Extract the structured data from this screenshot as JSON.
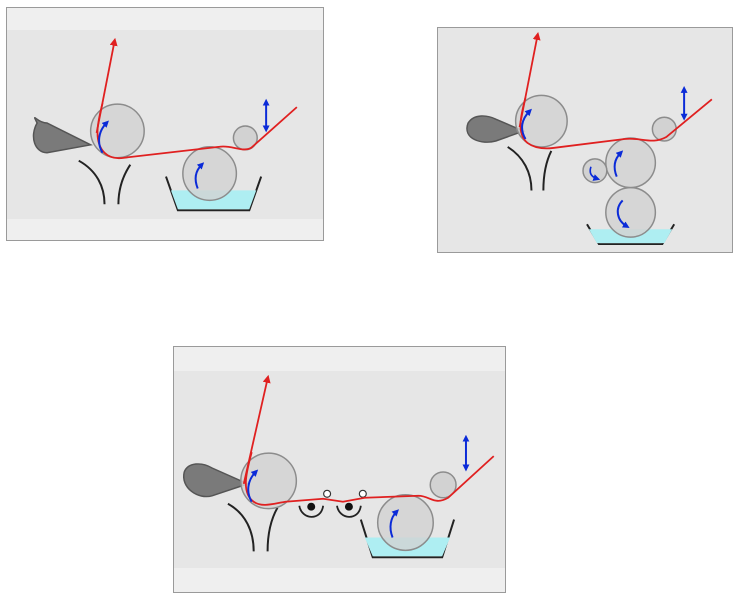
{
  "figure": {
    "panel_count": 3,
    "colors": {
      "background": "#e6e6e6",
      "band": "#efefef",
      "web_path": "#e02020",
      "roll_fill": "#d2d2d2",
      "roll_stroke": "#8c8c8c",
      "rotation_arrow": "#0b2bd8",
      "bath_liquid": "#aeeef2",
      "doctor_blade": "#7a7a7a",
      "nip_guides": "#222222"
    },
    "panels": [
      {
        "id": "panel-a",
        "description_icons": [
          "doctor-blade-icon",
          "coating-roll",
          "kiss-roll",
          "adjustable-roll",
          "coating-bath"
        ]
      },
      {
        "id": "panel-b",
        "description_icons": [
          "doctor-blade-icon",
          "coating-roll",
          "transfer-roll",
          "pickup-roll",
          "adjustable-roll",
          "coating-bath"
        ]
      },
      {
        "id": "panel-c",
        "description_icons": [
          "doctor-blade-icon",
          "coating-roll",
          "idler-rollers",
          "kiss-roll",
          "adjustable-roll",
          "coating-bath"
        ]
      }
    ]
  }
}
